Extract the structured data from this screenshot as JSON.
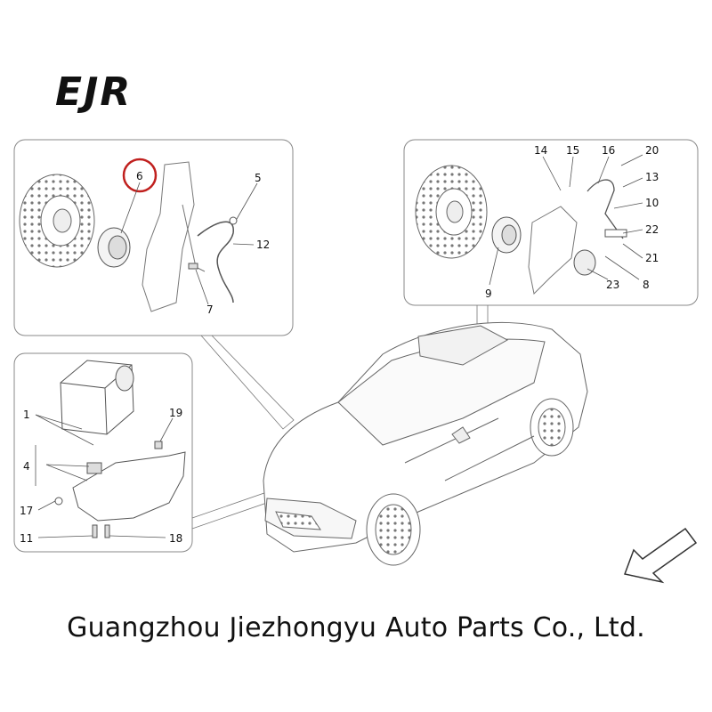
{
  "logo": {
    "text": "EJR"
  },
  "company_name": "Guangzhou Jiezhongyu Auto Parts Co., Ltd.",
  "colors": {
    "highlight": "#c0201e",
    "line": "#555555",
    "text": "#111111"
  },
  "panels": {
    "front_hub": {
      "highlighted_part": "6",
      "part_numbers": [
        "6",
        "5",
        "12",
        "7"
      ]
    },
    "rear_hub": {
      "part_numbers": [
        "14",
        "15",
        "16",
        "20",
        "13",
        "10",
        "22",
        "21",
        "9",
        "23",
        "8"
      ]
    },
    "abs_unit": {
      "part_numbers": [
        "1",
        "19",
        "4",
        "17",
        "11",
        "18"
      ]
    }
  },
  "icons": [
    "wheel-hub-icon",
    "brake-disc-icon",
    "abs-module-icon",
    "vehicle-icon",
    "direction-arrow-icon"
  ]
}
